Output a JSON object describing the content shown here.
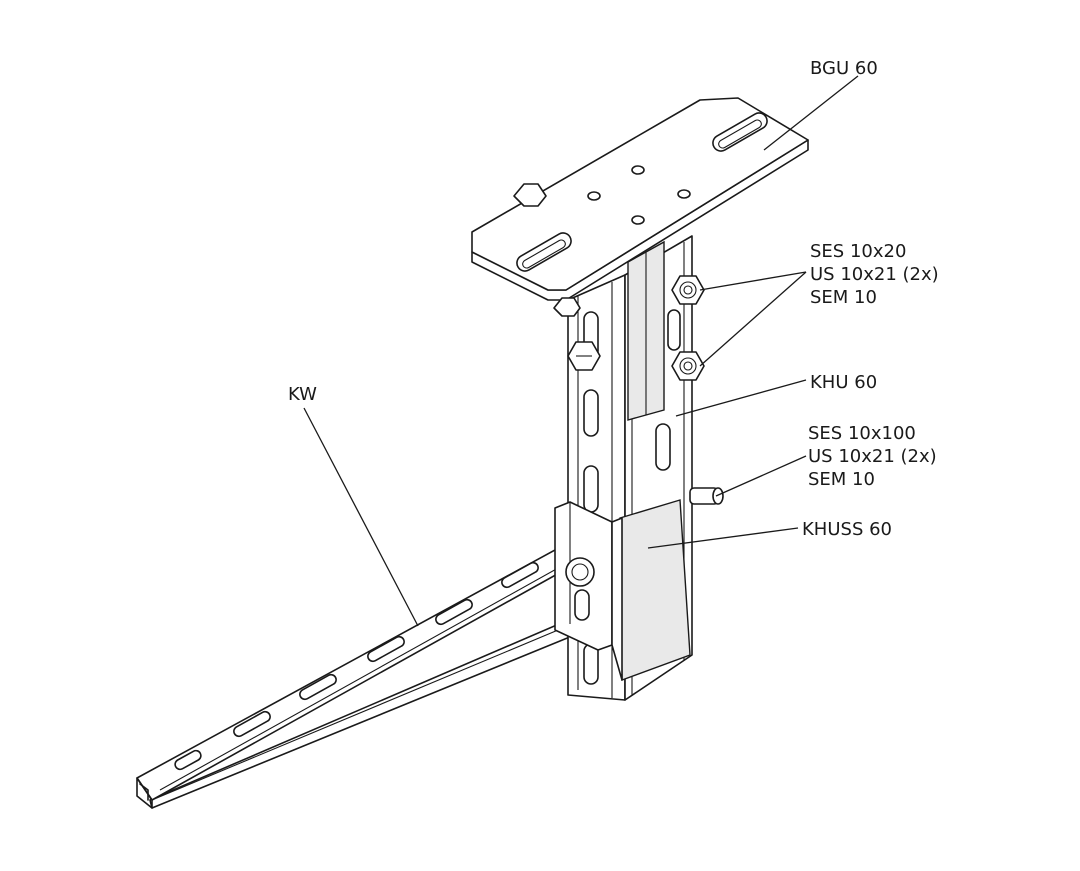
{
  "labels": {
    "bgu": "BGU 60",
    "ses_top": "SES 10x20",
    "us_top": "US 10x21 (2x)",
    "sem_top": "SEM 10",
    "khu": "KHU 60",
    "ses_mid": "SES 10x100",
    "us_mid": "US 10x21 (2x)",
    "sem_mid": "SEM 10",
    "khuss": "KHUSS 60",
    "kw": "KW"
  },
  "colors": {
    "ink": "#1a1a1a",
    "paper": "#ffffff",
    "shade": "#e9e9e9"
  }
}
